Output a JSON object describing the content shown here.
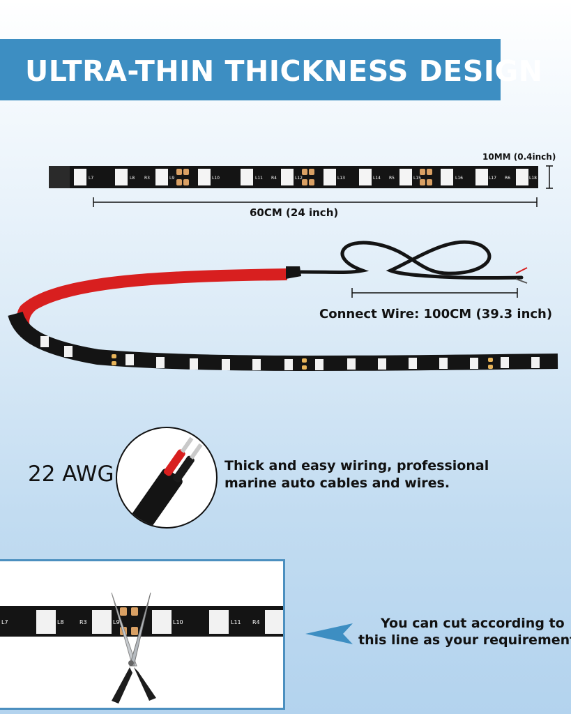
{
  "banner": {
    "title": "ULTRA-THIN THICKNESS DESIGN"
  },
  "strip": {
    "thickness_label": "10MM (0.4inch)",
    "length_label": "60CM (24 inch)",
    "led_labels": [
      "L7",
      "L8",
      "R3",
      "L9",
      "L10",
      "L11",
      "R4",
      "L12",
      "L13",
      "L14",
      "R5",
      "L15",
      "L16",
      "L17",
      "R6",
      "L18"
    ]
  },
  "wire": {
    "label": "Connect Wire: 100CM (39.3 inch)"
  },
  "cable": {
    "gauge": "22 AWG",
    "description_line1": "Thick and easy wiring, professional",
    "description_line2": "marine auto cables and wires."
  },
  "cut": {
    "instruction_line1": "You can cut according to",
    "instruction_line2": "this line as your requirement",
    "led_labels": [
      "L7",
      "L8",
      "R3",
      "L9",
      "L10",
      "L11",
      "R4"
    ]
  },
  "colors": {
    "banner": "#3d8ec2",
    "strip": "#141414",
    "pad": "#d9a064",
    "adhesive": "#d81f1f"
  }
}
